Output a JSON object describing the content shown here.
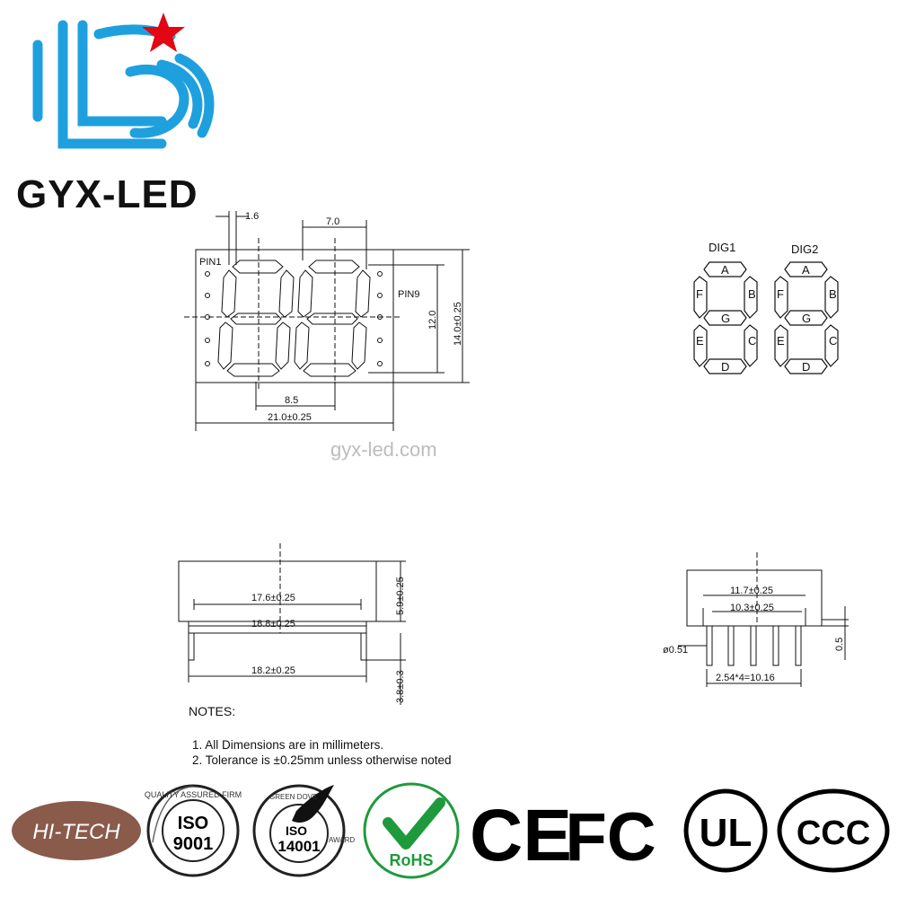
{
  "brand": {
    "name": "GYX-LED",
    "watermark": "gyx-led.com",
    "colors": {
      "logo_blue": "#1fa0de",
      "star_red": "#e30613",
      "hitech_bg": "#8a5a4a"
    }
  },
  "front_view": {
    "pin1": "PIN1",
    "pin9": "PIN9",
    "dim_segment_width": "1.6",
    "dim_digit_width": "7.0",
    "dim_digit_height": "12.0",
    "dim_body_height": "14.0±0.25",
    "dim_digit_pitch": "8.5",
    "dim_body_width": "21.0±0.25"
  },
  "segment_diagram": {
    "digits": [
      {
        "label": "DIG1",
        "segments": {
          "a": "A",
          "b": "B",
          "c": "C",
          "d": "D",
          "e": "E",
          "f": "F",
          "g": "G"
        }
      },
      {
        "label": "DIG2",
        "segments": {
          "a": "A",
          "b": "B",
          "c": "C",
          "d": "D",
          "e": "E",
          "f": "F",
          "g": "G"
        }
      }
    ]
  },
  "side_view": {
    "dim_inner": "17.6±0.25",
    "dim_outer": "18.8±0.25",
    "dim_pins": "18.2±0.25",
    "dim_height": "5.9±0.25",
    "dim_pin_length": "3.8±0.3"
  },
  "end_view": {
    "dim_top": "11.7±0.25",
    "dim_mid": "10.3±0.25",
    "dim_pin_dia": "ø0.51",
    "dim_pin_pitch": "2.54*4=10.16",
    "dim_standoff": "0.5"
  },
  "notes": {
    "title": "NOTES:",
    "items": [
      "1. All Dimensions are in millimeters.",
      "2. Tolerance is ±0.25mm unless otherwise noted"
    ]
  },
  "certifications": {
    "hitech": "HI-TECH",
    "iso9001_ring": "QUALITY ASSURED FIRM",
    "iso9001_top": "ISO",
    "iso9001_num": "9001",
    "iso14001_ring_left": "GREEN DOVE",
    "iso14001_ring_right": "AWARD",
    "iso14001_top": "ISO",
    "iso14001_num": "14001",
    "rohs": "RoHS",
    "ce": "CE",
    "fcc": "FC",
    "ul": "UL",
    "ccc": "CCC"
  }
}
